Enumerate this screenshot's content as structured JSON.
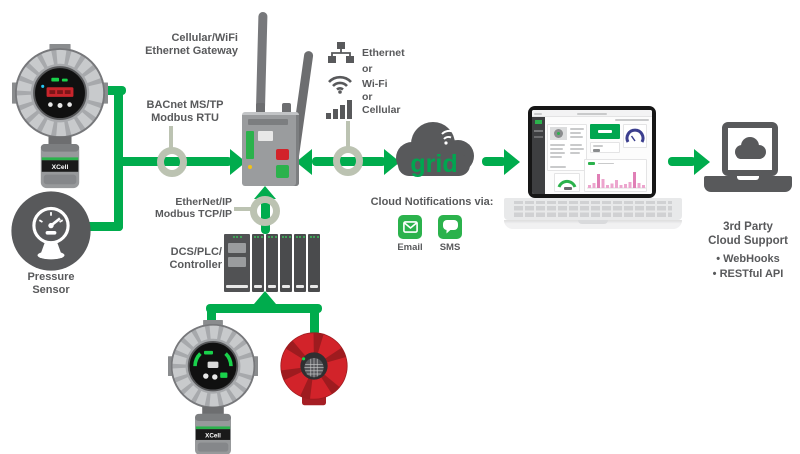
{
  "colors": {
    "green": "#00AC4D",
    "dark_gray": "#58595B",
    "red": "#D2232A",
    "ring": "#BCC3B2"
  },
  "detector_top": {
    "band": "XCell"
  },
  "detector_bottom": {
    "band": "XCell"
  },
  "pressure_sensor": {
    "line1": "Pressure",
    "line2": "Sensor"
  },
  "gateway_label": {
    "line1": "Cellular/WiFi",
    "line2": "Ethernet Gateway"
  },
  "bacnet_label": {
    "line1": "BACnet MS/TP",
    "line2": "Modbus RTU"
  },
  "tcpip_label": {
    "line1": "EtherNet/IP",
    "line2": "Modbus TCP/IP"
  },
  "dcs_label": {
    "line1": "DCS/PLC/",
    "line2": "Controller"
  },
  "connectivity": {
    "ethernet": "Ethernet",
    "or1": "or",
    "wifi": "Wi-Fi",
    "or2": "or",
    "cellular": "Cellular"
  },
  "cloud": {
    "logo": "grid",
    "notifications_title": "Cloud Notifications via:",
    "email_label": "Email",
    "sms_label": "SMS"
  },
  "third_party": {
    "line1": "3rd Party",
    "line2": "Cloud Support",
    "bullet1": "• WebHooks",
    "bullet2": "• RESTful API"
  }
}
